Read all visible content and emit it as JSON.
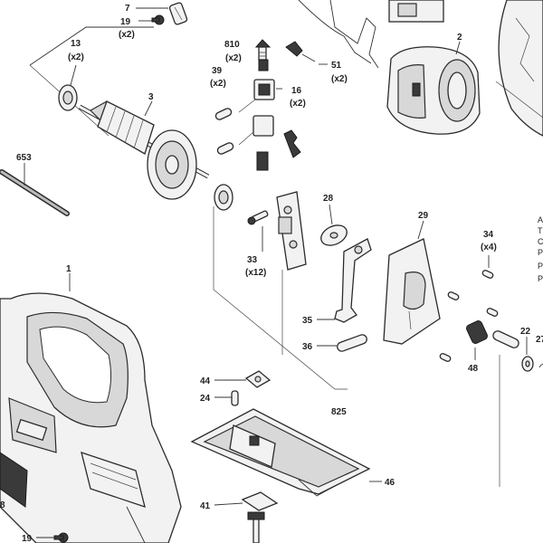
{
  "callouts": [
    {
      "id": "p7",
      "text": "7"
    },
    {
      "id": "p19a",
      "text": "19"
    },
    {
      "id": "p19a_q",
      "text": "(x2)"
    },
    {
      "id": "p13",
      "text": "13"
    },
    {
      "id": "p13_q",
      "text": "(x2)"
    },
    {
      "id": "p3",
      "text": "3"
    },
    {
      "id": "p810",
      "text": "810"
    },
    {
      "id": "p810_q",
      "text": "(x2)"
    },
    {
      "id": "p51",
      "text": "51"
    },
    {
      "id": "p51_q",
      "text": "(x2)"
    },
    {
      "id": "p39",
      "text": "39"
    },
    {
      "id": "p39_q",
      "text": "(x2)"
    },
    {
      "id": "p16",
      "text": "16"
    },
    {
      "id": "p16_q",
      "text": "(x2)"
    },
    {
      "id": "p2",
      "text": "2"
    },
    {
      "id": "p653",
      "text": "653"
    },
    {
      "id": "p28",
      "text": "28"
    },
    {
      "id": "p29",
      "text": "29"
    },
    {
      "id": "p34",
      "text": "34"
    },
    {
      "id": "p34_q",
      "text": "(x4)"
    },
    {
      "id": "p33",
      "text": "33"
    },
    {
      "id": "p33_q",
      "text": "(x12)"
    },
    {
      "id": "p1",
      "text": "1"
    },
    {
      "id": "p35",
      "text": "35"
    },
    {
      "id": "p36",
      "text": "36"
    },
    {
      "id": "p22",
      "text": "22"
    },
    {
      "id": "p27",
      "text": "27"
    },
    {
      "id": "p48",
      "text": "48"
    },
    {
      "id": "p44",
      "text": "44"
    },
    {
      "id": "p24",
      "text": "24"
    },
    {
      "id": "p825",
      "text": "825"
    },
    {
      "id": "p46",
      "text": "46"
    },
    {
      "id": "p41",
      "text": "41"
    },
    {
      "id": "p8",
      "text": "8"
    },
    {
      "id": "p19b",
      "text": "19"
    }
  ],
  "edge_text": [
    "A",
    "T",
    "C",
    "P",
    "P",
    "P"
  ]
}
